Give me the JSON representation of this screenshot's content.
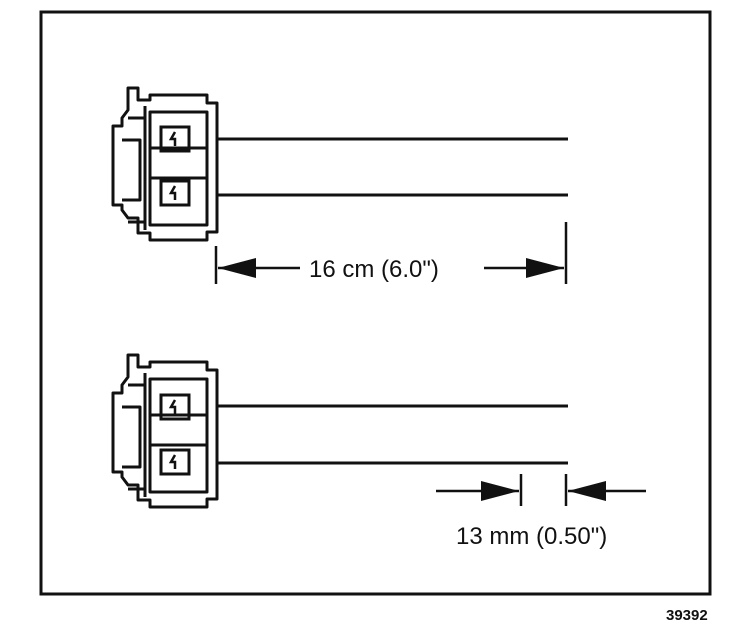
{
  "diagram": {
    "dimension_long": "16 cm (6.0\")",
    "dimension_short": "13 mm (0.50\")",
    "figure_number": "39392"
  },
  "colors": {
    "ink": "#111111",
    "paper": "#ffffff"
  }
}
